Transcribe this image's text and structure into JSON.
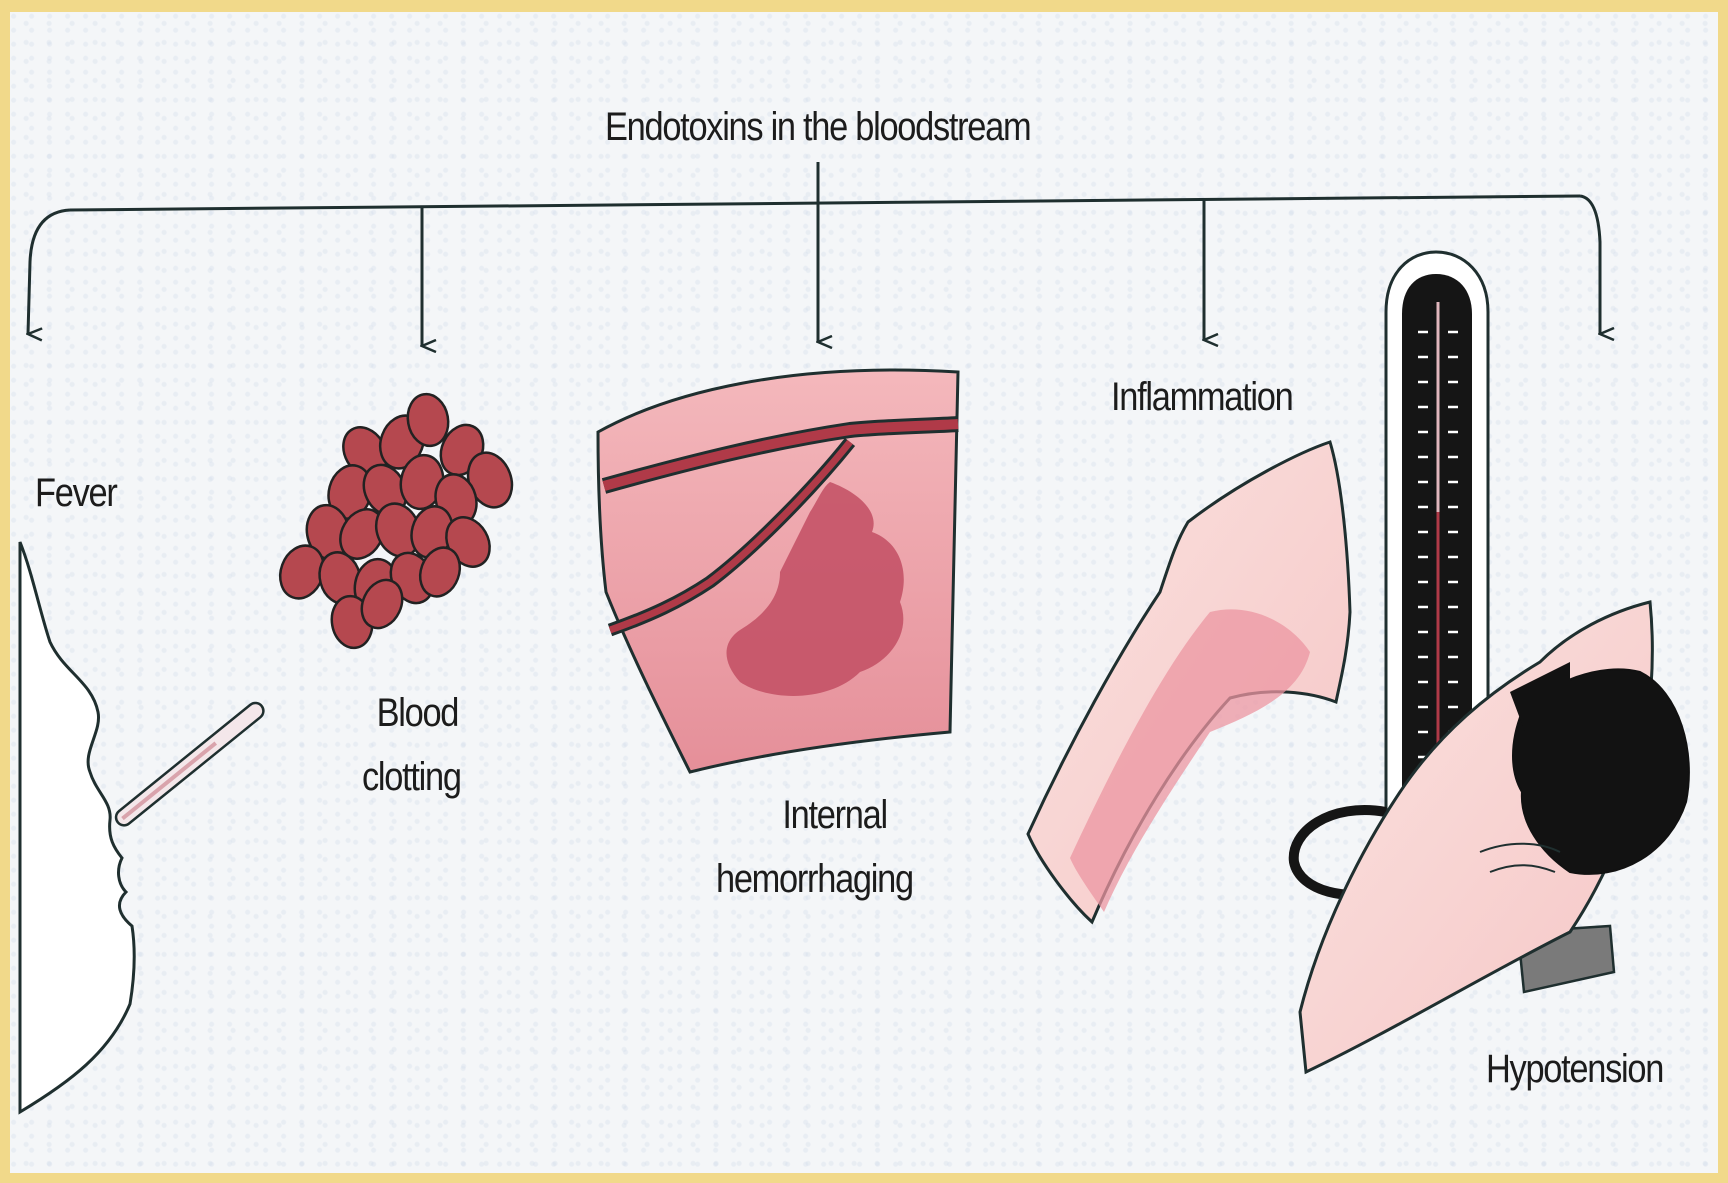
{
  "diagram": {
    "source_label": "Endotoxins in the bloodstream",
    "effects": [
      {
        "id": "fever",
        "lines": [
          "Fever"
        ]
      },
      {
        "id": "blood-clotting",
        "lines": [
          "Blood",
          "clotting"
        ]
      },
      {
        "id": "internal-hemorrhaging",
        "lines": [
          "Internal",
          "hemorrhaging"
        ]
      },
      {
        "id": "inflammation",
        "lines": [
          "Inflammation"
        ]
      },
      {
        "id": "hypotension",
        "lines": [
          "Hypotension"
        ]
      }
    ]
  },
  "colors": {
    "frame_border": "#f1d98a",
    "background": "#f4f6f8",
    "line": "#1f2f2f",
    "cell_fill": "#b5484f",
    "skin_light": "#f6c9c8",
    "skin_mid": "#e88e97",
    "hemorrhage": "#c24e63",
    "vessel": "#b03a48"
  }
}
